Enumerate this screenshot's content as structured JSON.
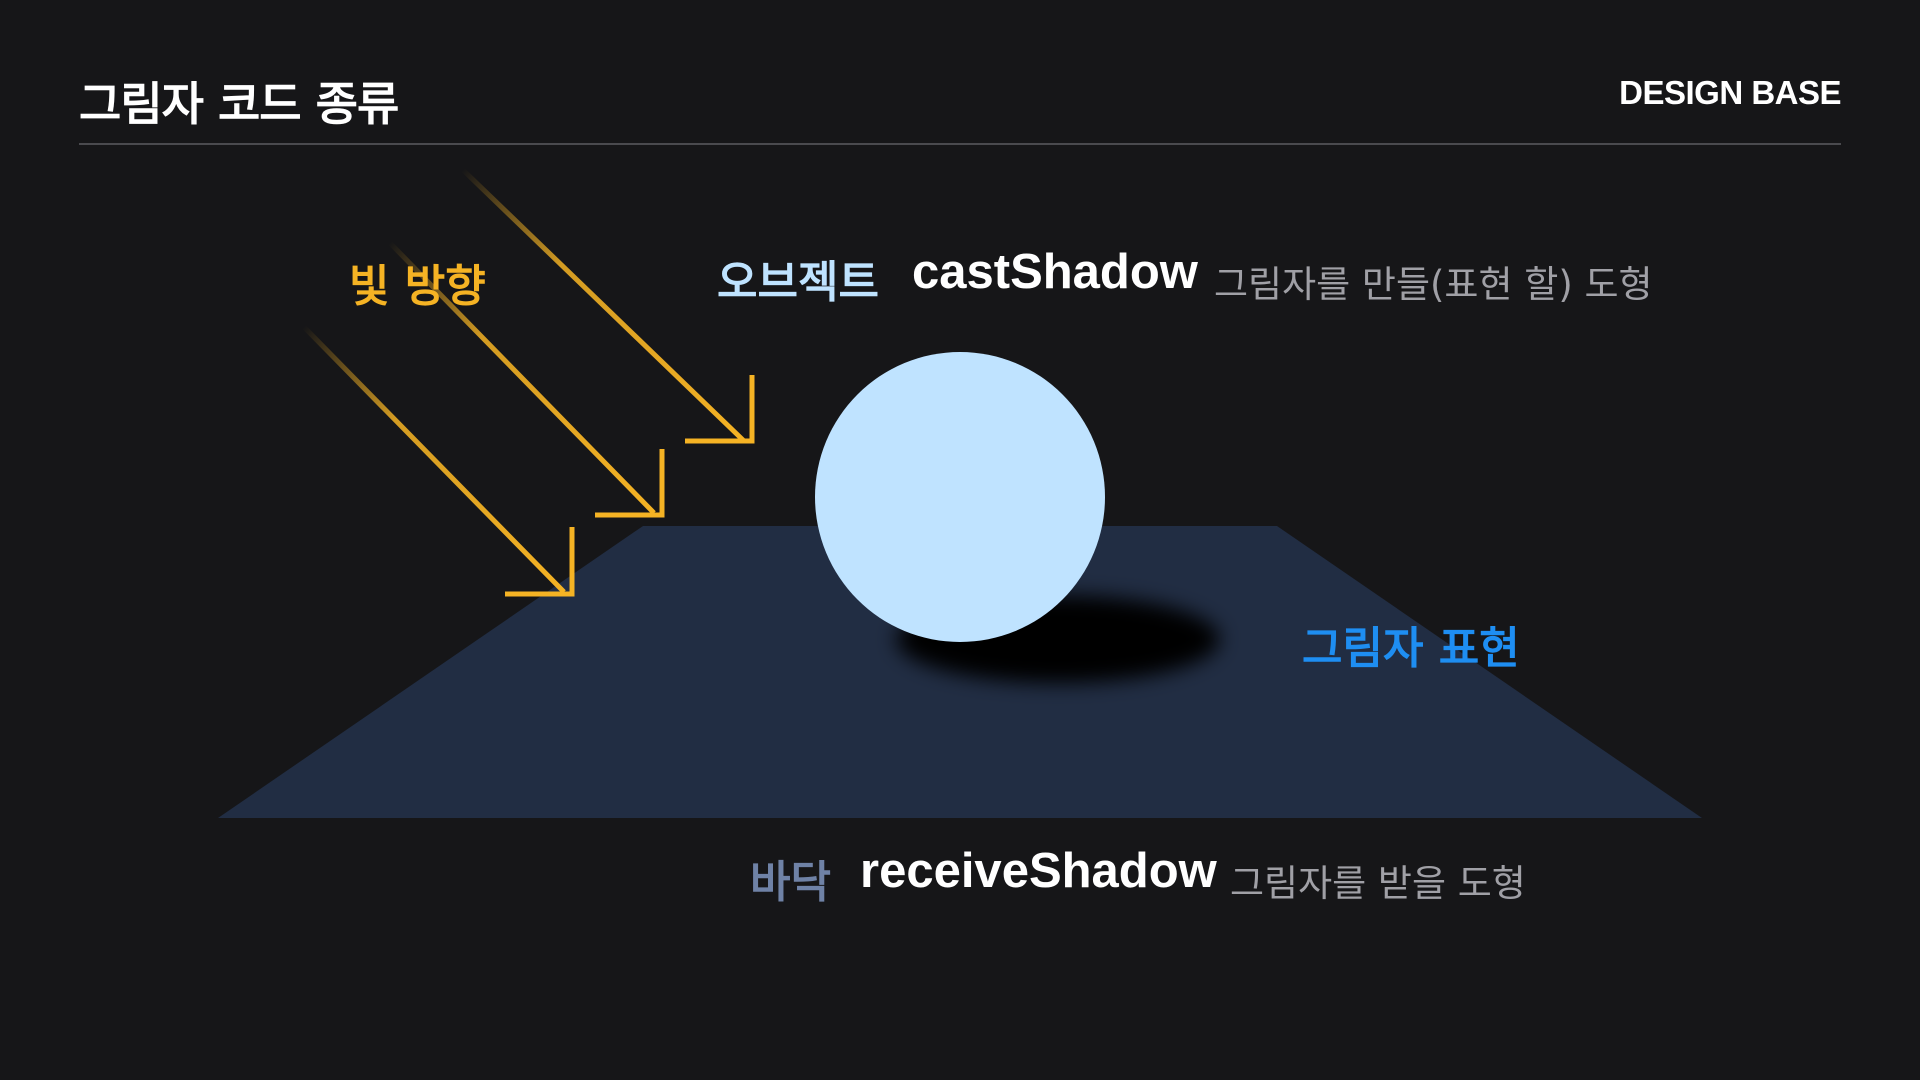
{
  "header": {
    "title": "그림자 코드 종류",
    "brand": "DESIGN BASE"
  },
  "diagram": {
    "light": {
      "label": "빛 방향",
      "color": "#f5b324"
    },
    "object": {
      "label": "오브젝트",
      "code": "castShadow",
      "description": "그림자를 만들(표현 할) 도형",
      "label_color": "#bfe3ff",
      "sphere_color": "#bfe3ff"
    },
    "shadow": {
      "label": "그림자 표현",
      "color": "#1e8ef2"
    },
    "floor": {
      "label": "바닥",
      "code": "receiveShadow",
      "description": "그림자를 받을 도형",
      "label_color": "#6f82a6",
      "plane_color": "#212d43"
    }
  },
  "colors": {
    "background": "#161618",
    "divider": "#4a4a4e",
    "description_text": "#a0a0a6"
  }
}
